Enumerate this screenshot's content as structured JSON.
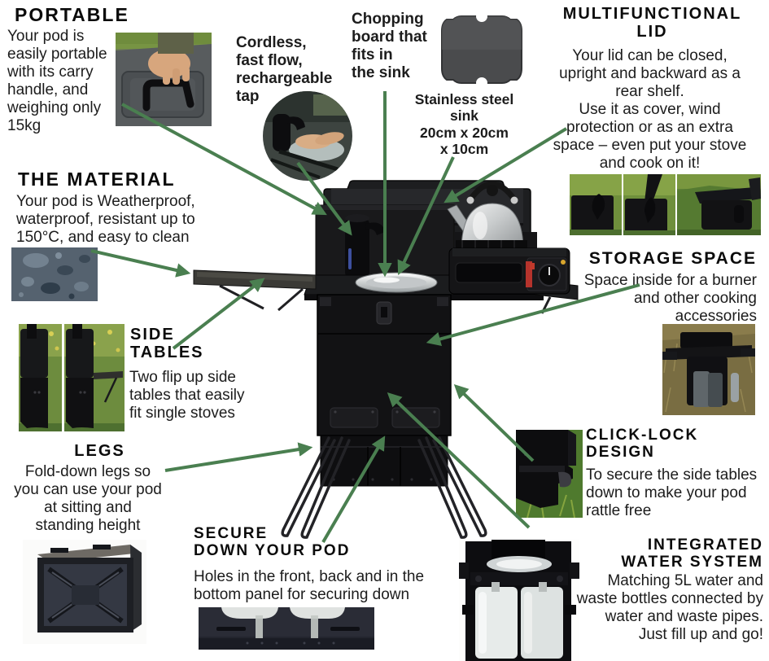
{
  "colors": {
    "arrow": "#4a7f50",
    "heading": "#0b0b0b",
    "body_text": "#1c1c1c",
    "background": "#ffffff"
  },
  "sections": {
    "portable": {
      "title": "PORTABLE",
      "body": "Your pod is\neasily portable\nwith its carry\nhandle, and\nweighing only\n15kg"
    },
    "tap": {
      "label": "Cordless,\nfast flow,\nrechargeable\ntap"
    },
    "chopping_board": {
      "label": "Chopping\nboard that\nfits in\nthe sink"
    },
    "sink": {
      "label": "Stainless steel\nsink\n20cm x 20cm\nx 10cm"
    },
    "multifunctional_lid": {
      "title": "MULTIFUNCTIONAL\nLID",
      "body": "Your lid can be closed,\nupright and backward as a\nrear shelf.\nUse it as cover, wind\nprotection or as an extra\nspace – even put your stove\nand cook on it!"
    },
    "material": {
      "title": "THE MATERIAL",
      "body": "Your pod is Weatherproof,\nwaterproof, resistant up to\n150°C, and easy to clean"
    },
    "storage": {
      "title": "STORAGE SPACE",
      "body": "Space inside for a burner\nand other cooking\naccessories"
    },
    "side_tables": {
      "title": "SIDE\nTABLES",
      "body": "Two flip up side\ntables that easily\nfit single stoves"
    },
    "legs": {
      "title": "LEGS",
      "body": "Fold-down legs so\nyou can use your pod\nat sitting and\nstanding height"
    },
    "click_lock": {
      "title": "CLICK-LOCK\nDESIGN",
      "body": "To secure the side tables\ndown to make your pod\nrattle free"
    },
    "secure_down": {
      "title": "SECURE\nDOWN YOUR POD",
      "body": "Holes in the front, back and in the\nbottom panel for securing down"
    },
    "water_system": {
      "title": "INTEGRATED\nWATER SYSTEM",
      "body": "Matching 5L water and\nwaste bottles connected by\nwater and waste pipes.\nJust fill up and go!"
    }
  }
}
